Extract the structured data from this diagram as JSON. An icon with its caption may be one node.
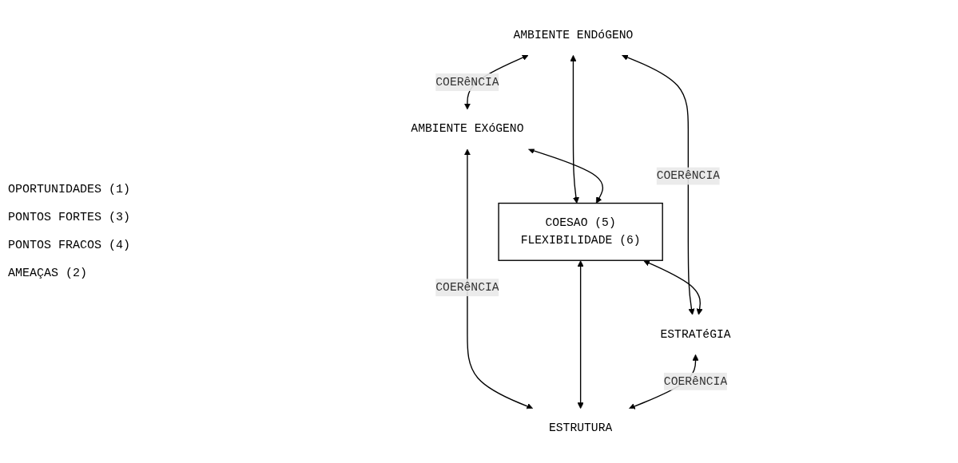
{
  "diagram": {
    "nodes": [
      {
        "text": [
          "AMBIENTE ENDóGENO"
        ]
      },
      {
        "text": [
          "AMBIENTE EXóGENO"
        ]
      },
      {
        "text": [
          "COESAO (5)",
          "FLEXIBILIDADE (6)"
        ]
      },
      {
        "text": [
          "ESTRATéGIA"
        ]
      },
      {
        "text": [
          "ESTRUTURA"
        ]
      }
    ],
    "edges": [
      {
        "from": 0,
        "to": 1,
        "arrow": "both",
        "label": "COERêNCIA"
      },
      {
        "from": 0,
        "to": 3,
        "arrow": "both",
        "label": "COERêNCIA"
      },
      {
        "from": 1,
        "to": 4,
        "arrow": "both",
        "label": "COERêNCIA"
      },
      {
        "from": 0,
        "to": 2,
        "arrow": "both"
      },
      {
        "from": 1,
        "to": 2,
        "arrow": "both"
      },
      {
        "from": 2,
        "to": 3,
        "arrow": "both"
      },
      {
        "from": 2,
        "to": 4,
        "arrow": "both"
      },
      {
        "from": 3,
        "to": 4,
        "arrow": "both",
        "label": "COERêNCIA"
      }
    ],
    "labels": [
      "OPORTUNIDADES (1)",
      "PONTOS FORTES (3)",
      "PONTOS FRACOS (4)",
      "AMEAÇAS (2)"
    ]
  }
}
